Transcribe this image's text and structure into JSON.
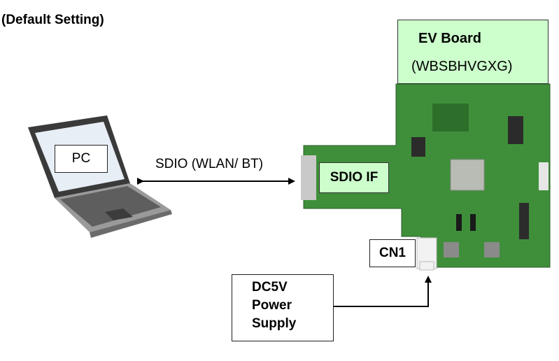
{
  "heading": "(Default Setting)",
  "ev_board": {
    "title": "EV Board",
    "model": "(WBSBHVGXG)"
  },
  "pc": {
    "label": "PC"
  },
  "link": {
    "label": "SDIO (WLAN/ BT)"
  },
  "sdio_if": {
    "label": "SDIO IF"
  },
  "connector": {
    "label": "CN1"
  },
  "power_supply": {
    "lines": [
      "DC5V",
      "Power",
      "Supply"
    ]
  },
  "colors": {
    "label_green": "#ccffcc",
    "pcb_green": "#3f8f3a",
    "pcb_dark": "#2e6e2b"
  }
}
